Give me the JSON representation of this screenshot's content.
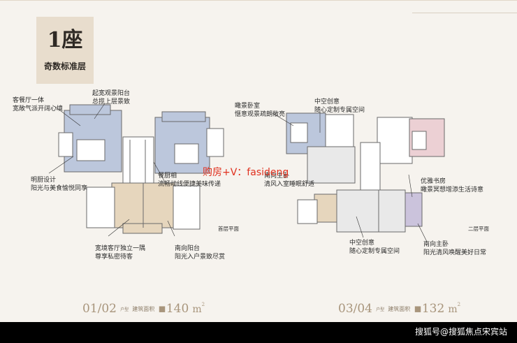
{
  "badge": {
    "number": "1座",
    "subtitle": "奇数标准层"
  },
  "callouts_left": {
    "dining_living": [
      "客餐厅一体",
      "宽敞气派开阔心境"
    ],
    "balcony_view": [
      "起宽观景阳台",
      "总揽上层景致"
    ],
    "kitchen": [
      "明厨设计",
      "阳光与美食愉悦同享"
    ],
    "dining_flow": [
      "餐厨相",
      "流畅动线便捷美味传递"
    ],
    "entrance": [
      "宽境客厅独立一隅",
      "尊享私密待客"
    ],
    "south_balcony": [
      "南向阳台",
      "阳光入户景致尽赏"
    ]
  },
  "callouts_right": {
    "bedroom_view": [
      "瞰景卧室",
      "惬意观景疏朗敞亮"
    ],
    "void_top": [
      "中空创意",
      "随心定制专属空间"
    ],
    "master_bed": [
      "南向主卧",
      "清风入室睡眠舒适"
    ],
    "study": [
      "优雅书房",
      "瞰景冥想增添生活诗意"
    ],
    "void_bottom": [
      "中空创意",
      "随心定制专属空间"
    ],
    "master_south": [
      "南向主卧",
      "阳光清风唤醒美好日常"
    ]
  },
  "floor_labels": {
    "first": "首层平面",
    "second": "二层平面"
  },
  "watermark": "购房+V：fasideng",
  "units": {
    "left": {
      "type": "01/02",
      "type_suffix": "户型",
      "area_label": "建筑面积",
      "area_value": "140",
      "area_unit": "m",
      "area_sup": "2"
    },
    "right": {
      "type": "03/04",
      "type_suffix": "户型",
      "area_label": "建筑面积",
      "area_value": "132",
      "area_unit": "m",
      "area_sup": "2"
    }
  },
  "footer_credit": "搜狐号@搜狐焦点宋宾站",
  "colors": {
    "blue_rooms": "#bcc7dc",
    "beige_rooms": "#e6d6bd",
    "pink_room": "#ecd0d4",
    "lavender_room": "#cbc3dc",
    "wall": "#6a6a6a",
    "accent_text": "#a8957c"
  }
}
